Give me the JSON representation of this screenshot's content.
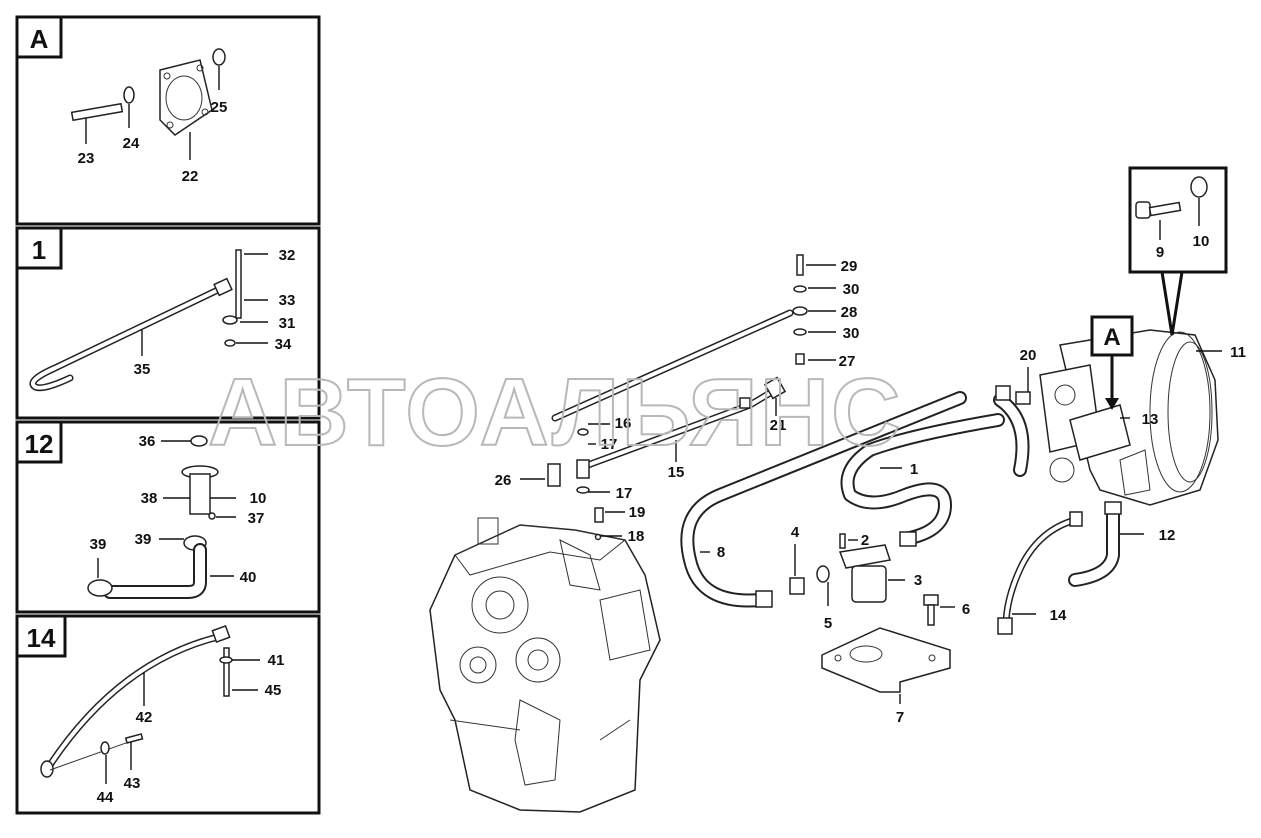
{
  "watermark": "АВТОАЛЬЯНС",
  "panels": [
    {
      "id": "panel-a",
      "title": "A",
      "labels": [
        "25",
        "24",
        "23",
        "22"
      ]
    },
    {
      "id": "panel-1",
      "title": "1",
      "labels": [
        "32",
        "33",
        "31",
        "34",
        "35"
      ]
    },
    {
      "id": "panel-12",
      "title": "12",
      "labels": [
        "36",
        "38",
        "10",
        "37",
        "39",
        "39",
        "40"
      ]
    },
    {
      "id": "panel-14",
      "title": "14",
      "labels": [
        "41",
        "45",
        "42",
        "43",
        "44"
      ]
    }
  ],
  "callout": {
    "title": "A",
    "labels": [
      "9",
      "10"
    ]
  },
  "main_labels": [
    "29",
    "30",
    "28",
    "30",
    "27",
    "20",
    "11",
    "13",
    "16",
    "17",
    "21",
    "26",
    "15",
    "17",
    "19",
    "18",
    "1",
    "8",
    "4",
    "2",
    "3",
    "5",
    "6",
    "7",
    "12",
    "14"
  ]
}
